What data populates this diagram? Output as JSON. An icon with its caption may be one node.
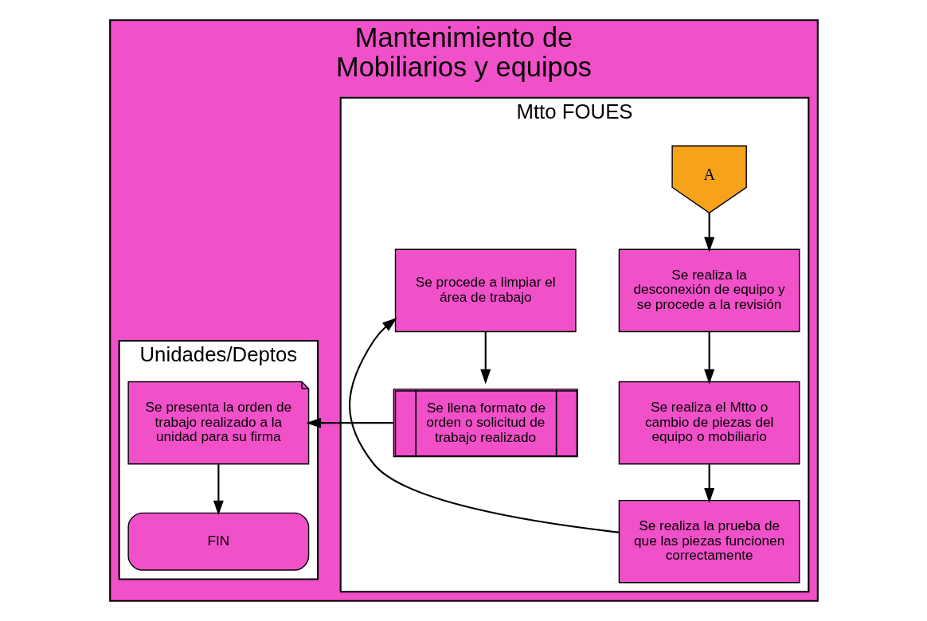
{
  "diagram": {
    "nodes": [
      {
        "text": [
          "Mantenimiento de Mobiliarios y equipos"
        ]
      },
      {
        "text": [
          "Mtto FOUES"
        ],
        "in": 0
      },
      {
        "text": [
          "Unidades/Deptos"
        ],
        "in": 0
      },
      {
        "text": [
          "A"
        ],
        "in": 1
      },
      {
        "text": [
          "Se realiza la desconexión de equipo y se procede a la revisión"
        ],
        "in": 1
      },
      {
        "text": [
          "Se realiza el Mtto o cambio de piezas del equipo o mobiliario"
        ],
        "in": 1
      },
      {
        "text": [
          "Se realiza la prueba de que las piezas funcionen correctamente"
        ],
        "in": 1
      },
      {
        "text": [
          "Se procede a limpiar el área de trabajo"
        ],
        "in": 1
      },
      {
        "text": [
          "Se llena formato de orden o solicitud de trabajo realizado"
        ],
        "in": 1
      },
      {
        "text": [
          "Se presenta la orden de trabajo realizado a la unidad para su firma"
        ],
        "in": 2
      },
      {
        "text": [
          "FIN"
        ],
        "in": 2
      }
    ],
    "edges": [
      {
        "from": 3,
        "to": 4,
        "arrow": "to"
      },
      {
        "from": 4,
        "to": 5,
        "arrow": "to"
      },
      {
        "from": 5,
        "to": 6,
        "arrow": "to"
      },
      {
        "from": 6,
        "to": 7,
        "arrow": "to"
      },
      {
        "from": 7,
        "to": 8,
        "arrow": "to"
      },
      {
        "from": 8,
        "to": 9,
        "arrow": "to"
      },
      {
        "from": 9,
        "to": 10,
        "arrow": "to"
      }
    ]
  }
}
